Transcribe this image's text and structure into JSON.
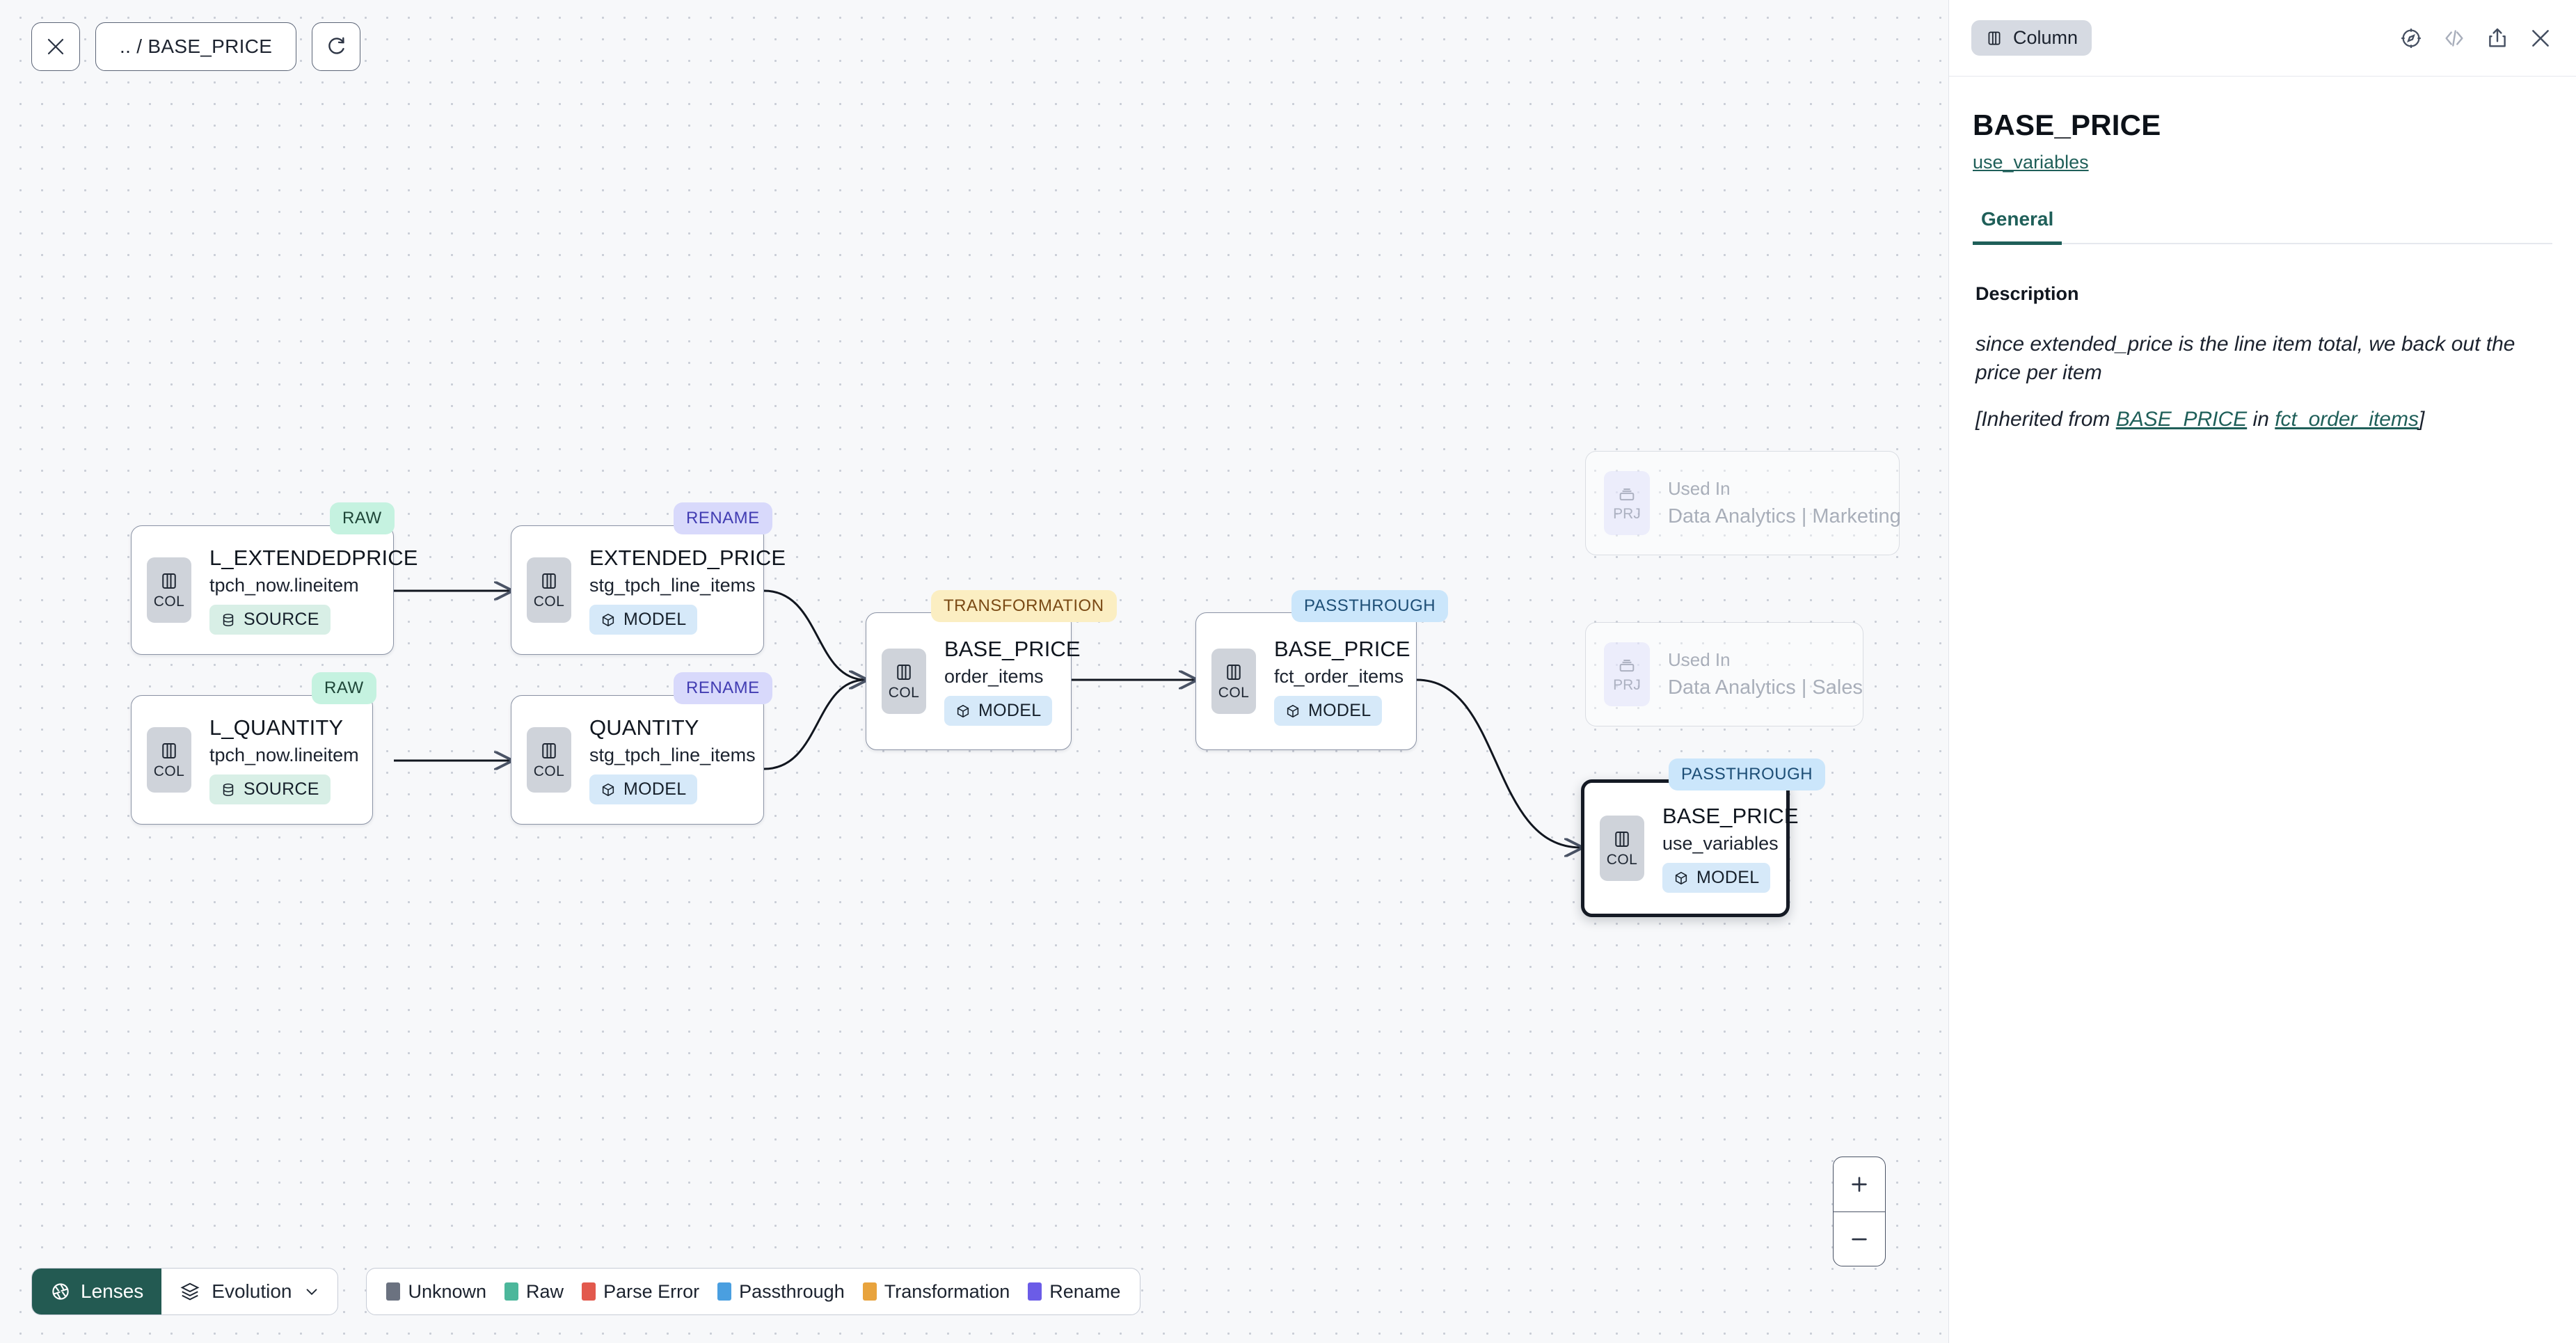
{
  "toolbar": {
    "close_label": "close-icon",
    "breadcrumb": ".. / BASE_PRICE",
    "refresh_label": "refresh-icon"
  },
  "graph": {
    "nodes": [
      {
        "id": "l_extendedprice",
        "title": "L_EXTENDEDPRICE",
        "sub": "tpch_now.lineitem",
        "icon": "COL",
        "chip": "SOURCE",
        "chip_kind": "source",
        "badge": "RAW",
        "badge_kind": "raw",
        "selected": false
      },
      {
        "id": "l_quantity",
        "title": "L_QUANTITY",
        "sub": "tpch_now.lineitem",
        "icon": "COL",
        "chip": "SOURCE",
        "chip_kind": "source",
        "badge": "RAW",
        "badge_kind": "raw",
        "selected": false
      },
      {
        "id": "extended_price",
        "title": "EXTENDED_PRICE",
        "sub": "stg_tpch_line_items",
        "icon": "COL",
        "chip": "MODEL",
        "chip_kind": "model",
        "badge": "RENAME",
        "badge_kind": "rename",
        "selected": false
      },
      {
        "id": "quantity",
        "title": "QUANTITY",
        "sub": "stg_tpch_line_items",
        "icon": "COL",
        "chip": "MODEL",
        "chip_kind": "model",
        "badge": "RENAME",
        "badge_kind": "rename",
        "selected": false
      },
      {
        "id": "base_price_order_items",
        "title": "BASE_PRICE",
        "sub": "order_items",
        "icon": "COL",
        "chip": "MODEL",
        "chip_kind": "model",
        "badge": "TRANSFORMATION",
        "badge_kind": "transformation",
        "selected": false
      },
      {
        "id": "base_price_fct_order_items",
        "title": "BASE_PRICE",
        "sub": "fct_order_items",
        "icon": "COL",
        "chip": "MODEL",
        "chip_kind": "model",
        "badge": "PASSTHROUGH",
        "badge_kind": "passthrough",
        "selected": false
      },
      {
        "id": "base_price_use_variables",
        "title": "BASE_PRICE",
        "sub": "use_variables",
        "icon": "COL",
        "chip": "MODEL",
        "chip_kind": "model",
        "badge": "PASSTHROUGH",
        "badge_kind": "passthrough",
        "selected": true
      }
    ],
    "ghost_nodes": [
      {
        "id": "used_in_marketing",
        "icon": "PRJ",
        "line1": "Used In",
        "line2": "Data Analytics | Marketing"
      },
      {
        "id": "used_in_sales",
        "icon": "PRJ",
        "line1": "Used In",
        "line2": "Data Analytics | Sales"
      }
    ]
  },
  "bottom": {
    "lenses_label": "Lenses",
    "evolution_label": "Evolution",
    "legend": [
      {
        "label": "Unknown",
        "color": "#6b7280"
      },
      {
        "label": "Raw",
        "color": "#4cb79b"
      },
      {
        "label": "Parse Error",
        "color": "#e2594d"
      },
      {
        "label": "Passthrough",
        "color": "#4a9fe0"
      },
      {
        "label": "Transformation",
        "color": "#e8a33d"
      },
      {
        "label": "Rename",
        "color": "#6b5ce7"
      }
    ]
  },
  "zoom_controls": {
    "zoom_in": "+",
    "zoom_out": "−"
  },
  "panel": {
    "kind": "Column",
    "title": "BASE_PRICE",
    "subtitle_link": "use_variables",
    "tabs": [
      {
        "label": "General",
        "active": true
      }
    ],
    "description_label": "Description",
    "description_text": "since extended_price is the line item total, we back out the price per item",
    "inherited_prefix": "[Inherited from ",
    "inherited_column": "BASE_PRICE",
    "inherited_middle": " in ",
    "inherited_model": "fct_order_items",
    "inherited_suffix": "]",
    "icons": {
      "explore": "compass-icon",
      "code": "code-icon",
      "share": "share-icon",
      "close": "close-icon"
    }
  }
}
